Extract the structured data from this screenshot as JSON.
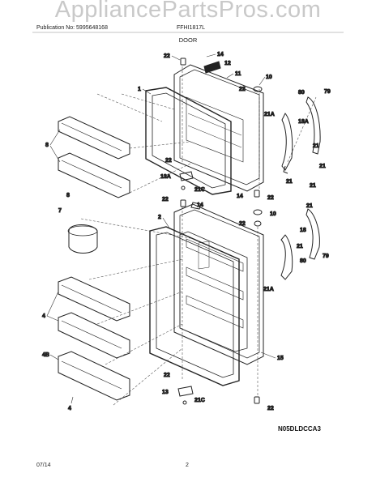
{
  "watermark": "AppliancePartsPros.com",
  "header": {
    "publication": "Publication No: 5995648168",
    "model": "FFHI1817L",
    "section_title": "DOOR"
  },
  "diagram_code": "N05DLDCCA3",
  "footer": {
    "date": "07/14",
    "page": "2"
  },
  "callouts": {
    "c22": "22",
    "c14": "14",
    "c12": "12",
    "c11": "11",
    "c10": "10",
    "c80": "80",
    "c79": "79",
    "c1": "1",
    "c21a": "21A",
    "c18a": "18A",
    "c8": "8",
    "c21": "21",
    "c13a": "13A",
    "c21c": "21C",
    "c2": "2",
    "c7": "7",
    "c18": "18",
    "c4": "4",
    "c4b": "4B",
    "c15": "15",
    "c13": "13"
  }
}
